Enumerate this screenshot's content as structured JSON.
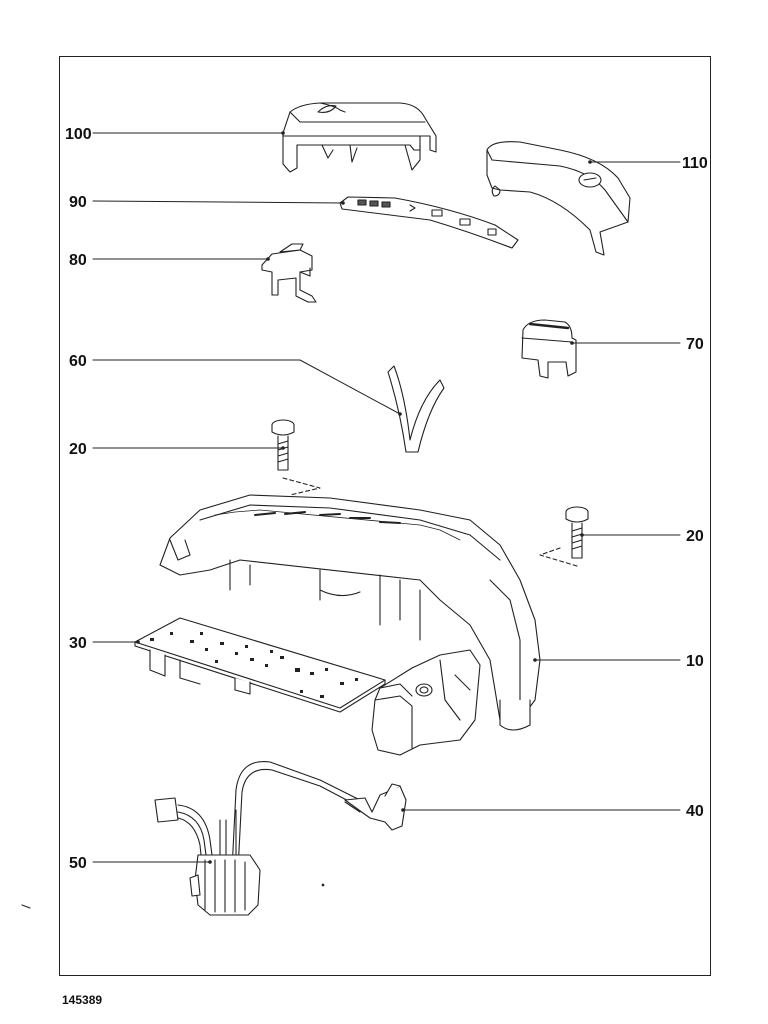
{
  "figure_number": "145389",
  "callouts": {
    "c100": "100",
    "c110": "110",
    "c90": "90",
    "c80": "80",
    "c70": "70",
    "c60": "60",
    "c20a": "20",
    "c20b": "20",
    "c30": "30",
    "c10": "10",
    "c40": "40",
    "c50": "50"
  }
}
